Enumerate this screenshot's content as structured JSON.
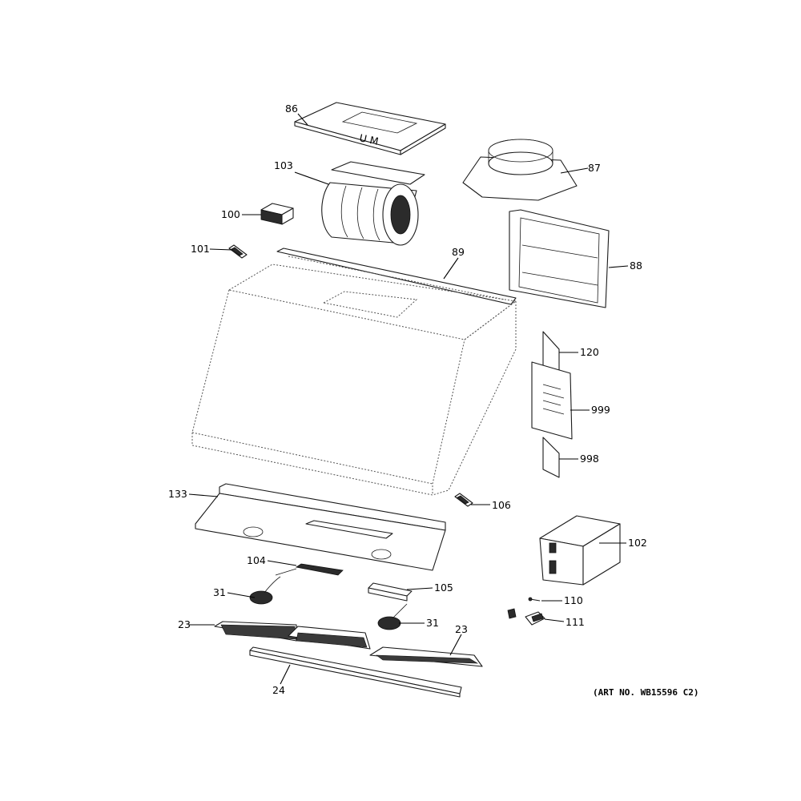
{
  "art_number": "(ART NO. WB15596 C2)",
  "labels": {
    "p86": "86",
    "p87": "87",
    "p103": "103",
    "p100": "100",
    "p101": "101",
    "p89": "89",
    "p88": "88",
    "p120": "120",
    "p999": "999",
    "p998": "998",
    "p133": "133",
    "p106": "106",
    "p102": "102",
    "p104": "104",
    "p105": "105",
    "p31a": "31",
    "p31b": "31",
    "p23a": "23",
    "p23b": "23",
    "p110": "110",
    "p111": "111",
    "p24": "24"
  }
}
